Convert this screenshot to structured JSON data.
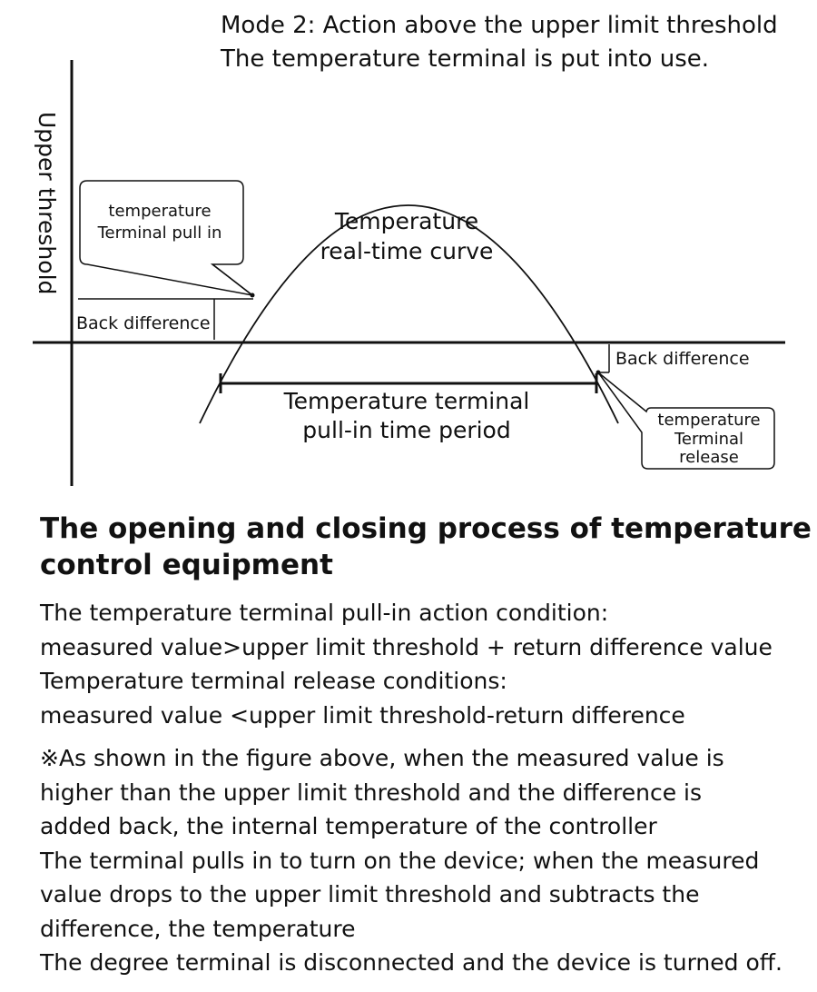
{
  "diagram": {
    "mode_title": "Mode 2: Action above the upper limit threshold",
    "mode_subtitle": "The temperature terminal is put into use.",
    "y_axis_label": "Upper threshold",
    "pull_in_callout": [
      "temperature",
      "Terminal pull in"
    ],
    "curve_label": [
      "Temperature",
      "real-time curve"
    ],
    "back_difference_left": "Back difference",
    "back_difference_right": "Back difference",
    "period_label": [
      "Temperature terminal",
      "pull-in time period"
    ],
    "release_callout": [
      "temperature",
      "Terminal",
      "release"
    ]
  },
  "heading": [
    "The opening and closing process of temperature",
    "control equipment"
  ],
  "conditions": [
    "The temperature terminal pull-in action condition:",
    "measured value>upper limit threshold + return difference value",
    "Temperature terminal release conditions:",
    "measured value <upper limit threshold-return difference"
  ],
  "note": [
    "※As shown in the figure above, when the measured value is",
    "higher than the upper limit threshold and the difference is",
    "added back, the internal temperature of the controller",
    "The terminal pulls in to turn on the device; when the measured",
    "value drops to the upper limit threshold and subtracts the",
    "difference, the temperature",
    "The degree terminal is disconnected and the device is turned off."
  ]
}
